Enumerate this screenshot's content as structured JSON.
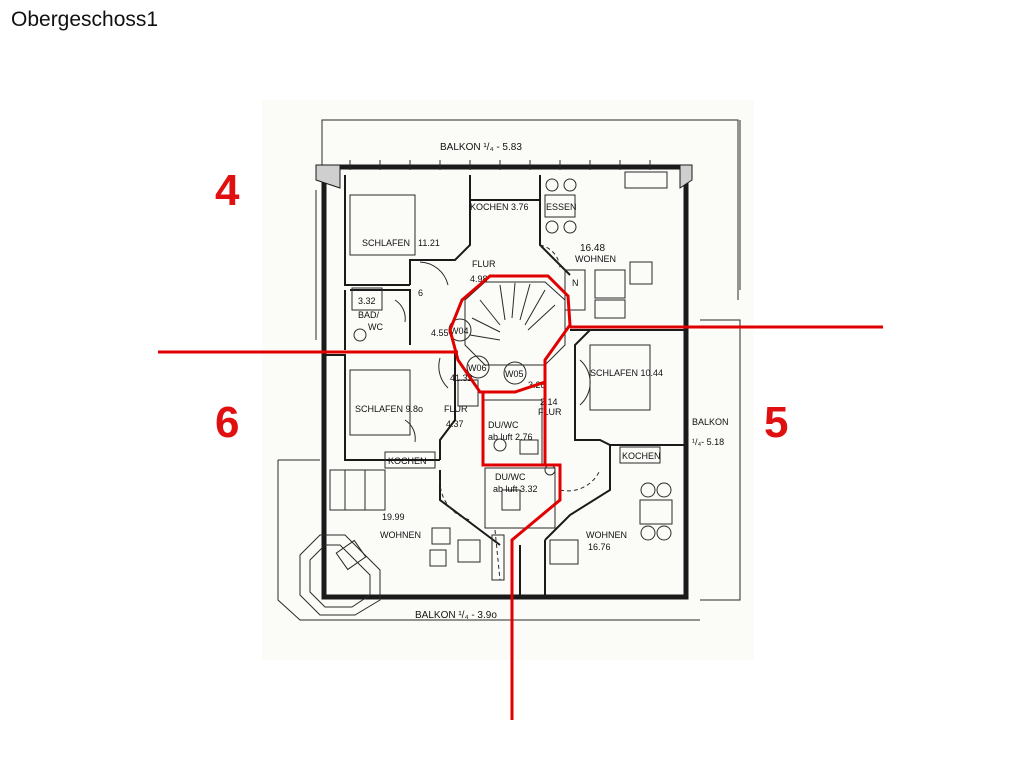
{
  "page": {
    "title": "Obergeschoss1"
  },
  "zones": [
    {
      "id": "zone-4",
      "label": "4"
    },
    {
      "id": "zone-6",
      "label": "6"
    },
    {
      "id": "zone-5",
      "label": "5"
    }
  ],
  "plan": {
    "balkon_top": "BALKON ¹/₄ - 5.83",
    "balkon_bottom": "BALKON ¹/₄ - 3.9o",
    "balkon_right_1": "BALKON",
    "balkon_right_2": "¹/₄- 5.18",
    "kochen_top": "KOCHEN 3.76",
    "essen": "ESSEN",
    "schlafen_tl": "SCHLAFEN",
    "schlafen_tl_area": "11.21",
    "wohnen_tr_area": "16.48",
    "wohnen_tr": "WOHNEN",
    "flur_top": "FLUR",
    "flur_top_area": "4.98",
    "bad_area": "3.32",
    "bad": "BAD/",
    "wc": "WC",
    "area_455": "4.55",
    "n": "N",
    "w04": "W04",
    "w06": "W06",
    "w05": "W05",
    "area_4132": "41.32",
    "area_328": "3.28",
    "schlafen_r": "SCHLAFEN 10.44",
    "flur_r_area": "2.14",
    "flur_r": "FLUR",
    "schlafen_l": "SCHLAFEN 9.8o",
    "flur_l": "FLUR",
    "flur_l_area": "4.37",
    "duwc_1a": "DU/WC",
    "duwc_1b": "ab luft 2.76",
    "kochen_l": "KOCHEN",
    "kochen_r": "KOCHEN",
    "duwc_2a": "DU/WC",
    "duwc_2b": "ab luft 3.32",
    "wohnen_bl_area": "19.99",
    "wohnen_bl": "WOHNEN",
    "wohnen_br": "WOHNEN",
    "wohnen_br_area": "16.76",
    "six": "6"
  }
}
